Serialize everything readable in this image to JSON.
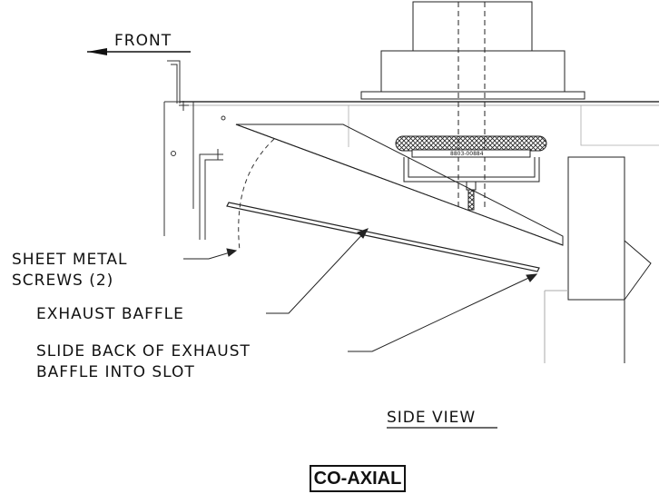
{
  "labels": {
    "front": "FRONT",
    "screws_line1": "SHEET METAL",
    "screws_line2": "SCREWS (2)",
    "exhaust_baffle": "EXHAUST BAFFLE",
    "slide_line1": "SLIDE BACK OF EXHAUST",
    "slide_line2": "BAFFLE INTO SLOT",
    "view_title": "SIDE VIEW",
    "part_number": "8803-00884"
  },
  "tag": "CO-AXIAL"
}
